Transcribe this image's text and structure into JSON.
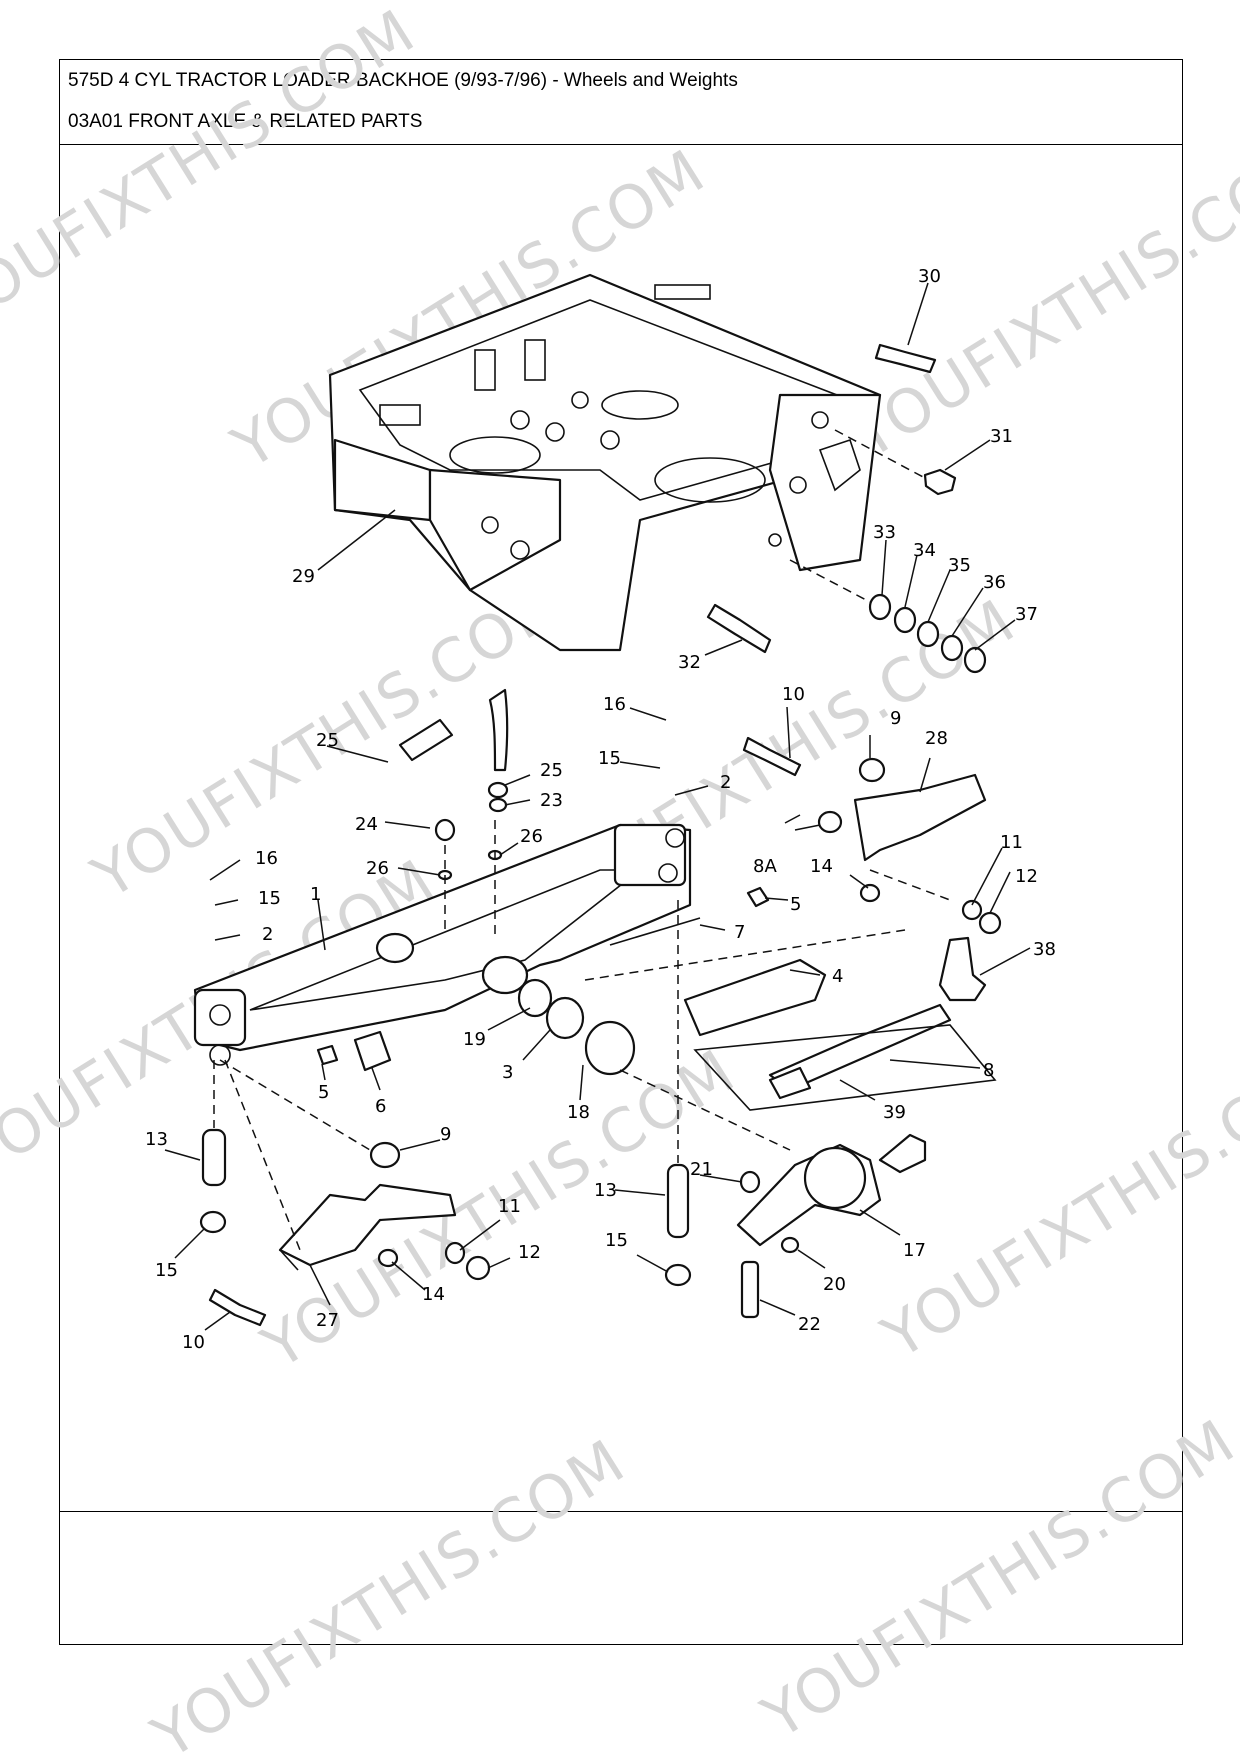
{
  "header": {
    "title": "575D 4 CYL TRACTOR LOADER BACKHOE (9/93-7/96) - Wheels and Weights",
    "section": "03A01 FRONT AXLE & RELATED PARTS"
  },
  "watermark": "YOUFIXTHIS.COM",
  "callouts": [
    {
      "id": "c30",
      "text": "30"
    },
    {
      "id": "c31",
      "text": "31"
    },
    {
      "id": "c29",
      "text": "29"
    },
    {
      "id": "c32",
      "text": "32"
    },
    {
      "id": "c33",
      "text": "33"
    },
    {
      "id": "c34",
      "text": "34"
    },
    {
      "id": "c35",
      "text": "35"
    },
    {
      "id": "c36",
      "text": "36"
    },
    {
      "id": "c37",
      "text": "37"
    },
    {
      "id": "c16a",
      "text": "16"
    },
    {
      "id": "c10a",
      "text": "10"
    },
    {
      "id": "c9a",
      "text": "9"
    },
    {
      "id": "c28",
      "text": "28"
    },
    {
      "id": "c25a",
      "text": "25"
    },
    {
      "id": "c25b",
      "text": "25"
    },
    {
      "id": "c15a",
      "text": "15"
    },
    {
      "id": "c2a",
      "text": "2"
    },
    {
      "id": "c23",
      "text": "23"
    },
    {
      "id": "c24",
      "text": "24"
    },
    {
      "id": "c26a",
      "text": "26"
    },
    {
      "id": "c26b",
      "text": "26"
    },
    {
      "id": "c11a",
      "text": "11"
    },
    {
      "id": "c12a",
      "text": "12"
    },
    {
      "id": "c8a",
      "text": "8A"
    },
    {
      "id": "c14a",
      "text": "14"
    },
    {
      "id": "c16b",
      "text": "16"
    },
    {
      "id": "c1",
      "text": "1"
    },
    {
      "id": "c15b",
      "text": "15"
    },
    {
      "id": "c2b",
      "text": "2"
    },
    {
      "id": "c5a",
      "text": "5"
    },
    {
      "id": "c7",
      "text": "7"
    },
    {
      "id": "c38",
      "text": "38"
    },
    {
      "id": "c4",
      "text": "4"
    },
    {
      "id": "c19",
      "text": "19"
    },
    {
      "id": "c3",
      "text": "3"
    },
    {
      "id": "c8",
      "text": "8"
    },
    {
      "id": "c5b",
      "text": "5"
    },
    {
      "id": "c6",
      "text": "6"
    },
    {
      "id": "c18",
      "text": "18"
    },
    {
      "id": "c39",
      "text": "39"
    },
    {
      "id": "c13a",
      "text": "13"
    },
    {
      "id": "c9b",
      "text": "9"
    },
    {
      "id": "c21",
      "text": "21"
    },
    {
      "id": "c13b",
      "text": "13"
    },
    {
      "id": "c11b",
      "text": "11"
    },
    {
      "id": "c12b",
      "text": "12"
    },
    {
      "id": "c15c",
      "text": "15"
    },
    {
      "id": "c15d",
      "text": "15"
    },
    {
      "id": "c14b",
      "text": "14"
    },
    {
      "id": "c17",
      "text": "17"
    },
    {
      "id": "c20",
      "text": "20"
    },
    {
      "id": "c27",
      "text": "27"
    },
    {
      "id": "c10b",
      "text": "10"
    },
    {
      "id": "c22",
      "text": "22"
    }
  ]
}
